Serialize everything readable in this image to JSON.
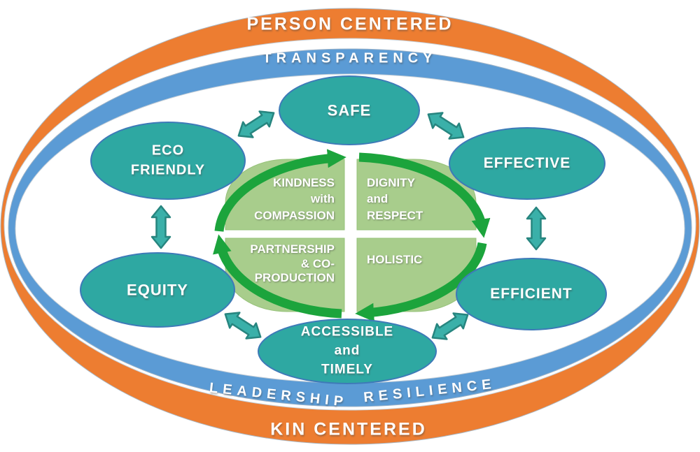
{
  "colors": {
    "outer_ring": "#ED7D31",
    "inner_ring": "#5B9BD5",
    "domain_fill": "#2EA8A2",
    "domain_stroke": "#3E7AB8",
    "core_fill": "#A8CD8C",
    "core_stroke": "#96C279",
    "cycle_arrow": "#1CA43C",
    "link_arrow": "#3AB0A9",
    "link_arrow_stroke": "#27857F"
  },
  "outer_ring": {
    "top_label": "PERSON CENTERED",
    "bottom_label": "KIN CENTERED"
  },
  "middle_ring": {
    "top_label": "TRANSPARENCY",
    "bottom_left_label": "LEADERSHIP",
    "bottom_right_label": "RESILIENCE"
  },
  "domains": [
    {
      "id": "safe",
      "lines": [
        "SAFE"
      ]
    },
    {
      "id": "eco-friendly",
      "lines": [
        "ECO",
        "FRIENDLY"
      ]
    },
    {
      "id": "effective",
      "lines": [
        "EFFECTIVE"
      ]
    },
    {
      "id": "equity",
      "lines": [
        "EQUITY"
      ]
    },
    {
      "id": "efficient",
      "lines": [
        "EFFICIENT"
      ]
    },
    {
      "id": "accessible-timely",
      "lines": [
        "ACCESSIBLE",
        "and",
        "TIMELY"
      ]
    }
  ],
  "core_values": [
    {
      "id": "kindness-with-compassion",
      "lines": [
        "KINDNESS",
        "with",
        "COMPASSION"
      ]
    },
    {
      "id": "dignity-and-respect",
      "lines": [
        "DIGNITY",
        "and",
        "RESPECT"
      ]
    },
    {
      "id": "partnership-and-coproduction",
      "lines": [
        "PARTNERSHIP",
        "& CO-",
        "PRODUCTION"
      ]
    },
    {
      "id": "holistic",
      "lines": [
        "HOLISTIC"
      ]
    }
  ]
}
